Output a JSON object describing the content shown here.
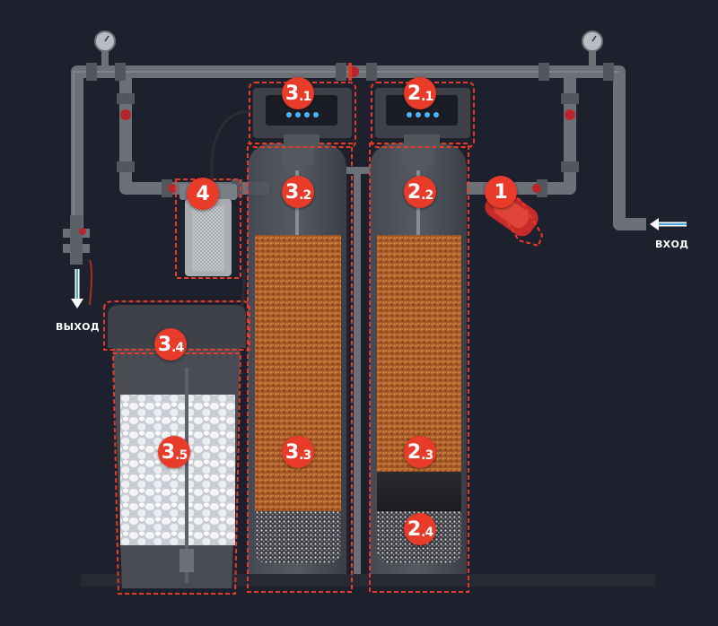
{
  "labels": {
    "inlet": "ВХОД",
    "outlet": "ВЫХОД"
  },
  "badges": [
    {
      "main": "1",
      "sub": ""
    },
    {
      "main": "2",
      "sub": ".1"
    },
    {
      "main": "2",
      "sub": ".2"
    },
    {
      "main": "2",
      "sub": ".3"
    },
    {
      "main": "2",
      "sub": ".4"
    },
    {
      "main": "3",
      "sub": ".1"
    },
    {
      "main": "3",
      "sub": ".2"
    },
    {
      "main": "3",
      "sub": ".3"
    },
    {
      "main": "3",
      "sub": ".4"
    },
    {
      "main": "3",
      "sub": ".5"
    },
    {
      "main": "4",
      "sub": ""
    }
  ],
  "colors": {
    "background": "#1c212d",
    "pipe": "#6c7077",
    "highlight": "#e83b2a",
    "media_resin": "#b5652e",
    "arrow": "#4aa8e8"
  }
}
